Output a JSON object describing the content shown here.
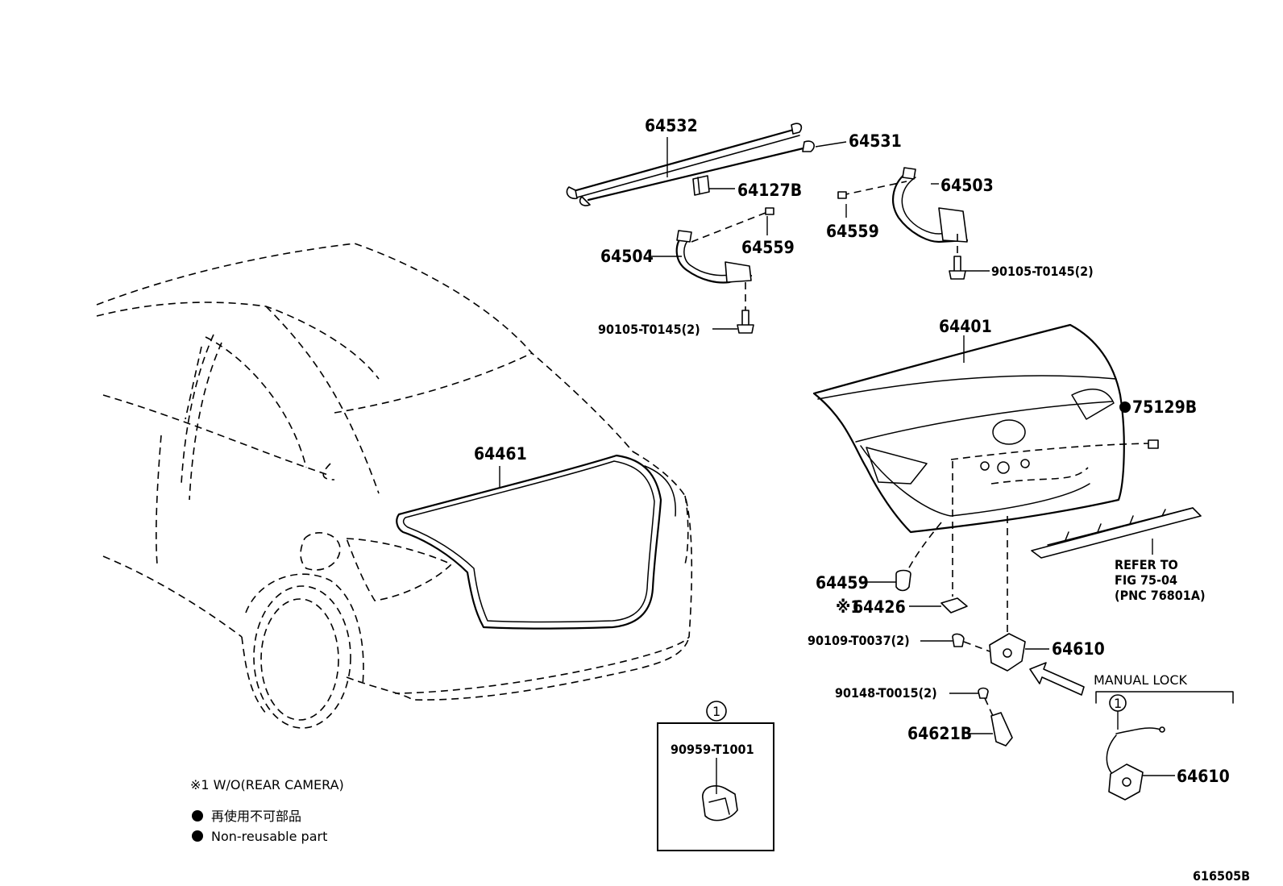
{
  "diagram": {
    "parts": {
      "p64532": "64532",
      "p64531": "64531",
      "p64127B": "64127B",
      "p64503": "64503",
      "p64559a": "64559",
      "p64559b": "64559",
      "p64504": "64504",
      "p90105a": "90105-T0145(2)",
      "p90105b": "90105-T0145(2)",
      "p64401": "64401",
      "p75129B": "75129B",
      "p64461": "64461",
      "p64459": "64459",
      "p64426": "64426",
      "p90109": "90109-T0037(2)",
      "p64610a": "64610",
      "p90148": "90148-T0015(2)",
      "p64621B": "64621B",
      "p64610b": "64610",
      "p90959": "90959-T1001"
    },
    "refer": {
      "line1": "REFER TO",
      "line2": "FIG 75-04",
      "line3": "(PNC 76801A)"
    },
    "manual_lock": "MANUAL LOCK",
    "callout_number": "1",
    "marks": {
      "asterisk_prefix": "※1",
      "bullet": "●"
    },
    "notes": {
      "wo_rear_camera": "※1 W/O(REAR CAMERA)",
      "non_reusable_jp": "再使用不可部品",
      "non_reusable_en": "Non-reusable part"
    },
    "figure_id": "616505B"
  }
}
